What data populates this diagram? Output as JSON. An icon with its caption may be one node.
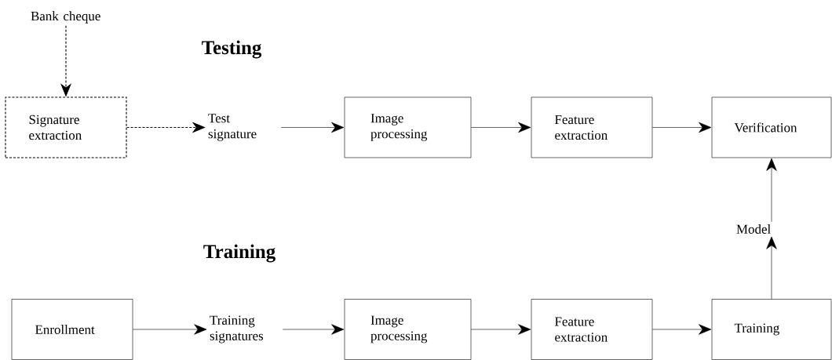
{
  "diagram": {
    "nodes": [
      {
        "text": [
          "Bank cheque"
        ]
      },
      {
        "text": [
          "Signature extraction"
        ]
      },
      {
        "text": [
          "Test signature"
        ]
      },
      {
        "text": [
          "Image processing"
        ]
      },
      {
        "text": [
          "Feature extraction"
        ]
      },
      {
        "text": [
          "Verification"
        ]
      },
      {
        "text": [
          "Model"
        ]
      },
      {
        "text": [
          "Enrollment"
        ]
      },
      {
        "text": [
          "Training signatures"
        ]
      },
      {
        "text": [
          "Image processing"
        ]
      },
      {
        "text": [
          "Feature extraction"
        ]
      },
      {
        "text": [
          "Training"
        ]
      }
    ],
    "edges": [
      {
        "from": 0,
        "to": 1,
        "arrow": "to",
        "style": "dashed"
      },
      {
        "from": 1,
        "to": 2,
        "arrow": "to",
        "style": "dashed"
      },
      {
        "from": 2,
        "to": 3,
        "arrow": "to"
      },
      {
        "from": 3,
        "to": 4,
        "arrow": "to"
      },
      {
        "from": 4,
        "to": 5,
        "arrow": "to"
      },
      {
        "from": 11,
        "to": 6,
        "arrow": "to"
      },
      {
        "from": 6,
        "to": 5,
        "arrow": "to"
      },
      {
        "from": 7,
        "to": 8,
        "arrow": "to"
      },
      {
        "from": 8,
        "to": 9,
        "arrow": "to"
      },
      {
        "from": 9,
        "to": 10,
        "arrow": "to"
      },
      {
        "from": 10,
        "to": 11,
        "arrow": "to"
      }
    ],
    "labels": [
      "Testing",
      "Training"
    ]
  }
}
